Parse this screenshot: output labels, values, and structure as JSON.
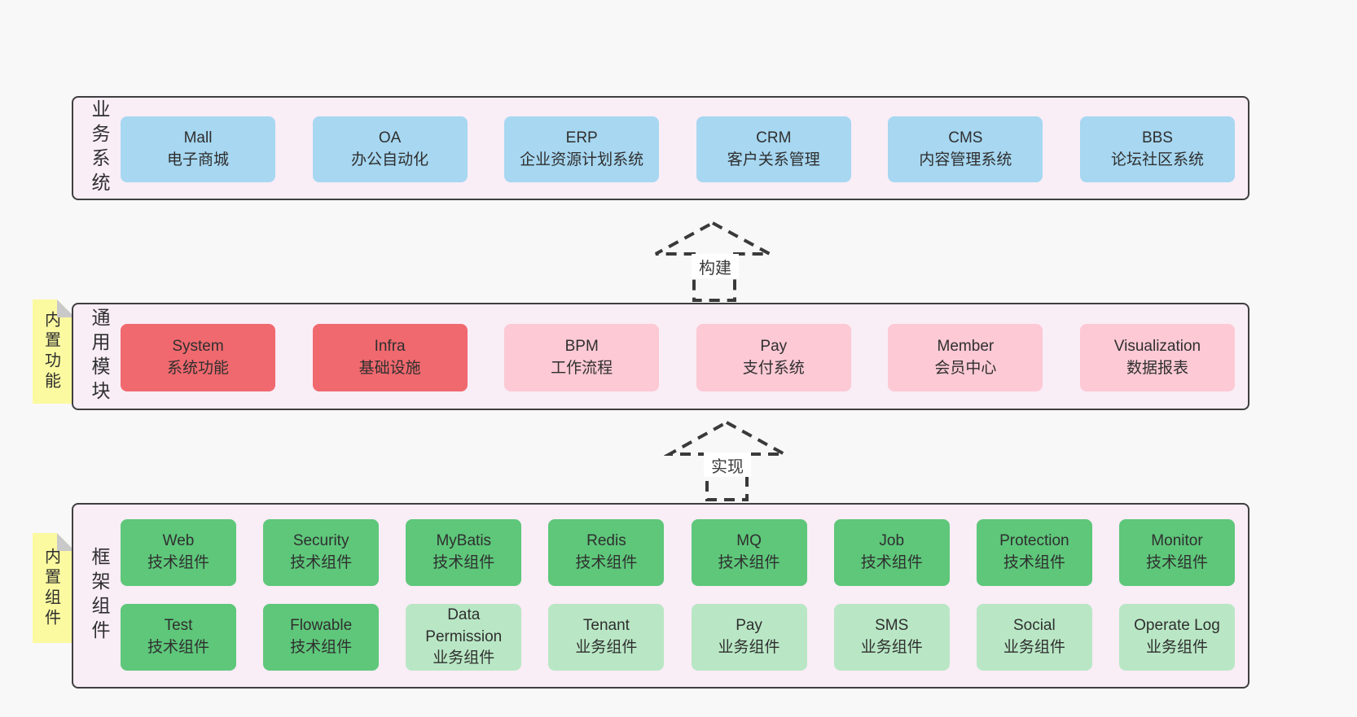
{
  "colors": {
    "page_background": "#f8f8f8",
    "container_fill": "#f9edf6",
    "container_border": "#3f3f3f",
    "box_blue": "#a7d7f1",
    "box_red": "#f0696e",
    "box_pink": "#fcc9d4",
    "box_green": "#5ec77a",
    "box_light_green": "#b9e7c5",
    "note_yellow": "#fbfaa0",
    "note_fold_gray": "#c9c9c9",
    "arrow_dash": "#3a3a3a",
    "text": "#2f2f2f"
  },
  "layers": {
    "business": {
      "label": "业务系统",
      "boxes": [
        {
          "title": "Mall",
          "subtitle": "电子商城",
          "variant": "blue"
        },
        {
          "title": "OA",
          "subtitle": "办公自动化",
          "variant": "blue"
        },
        {
          "title": "ERP",
          "subtitle": "企业资源计划系统",
          "variant": "blue"
        },
        {
          "title": "CRM",
          "subtitle": "客户关系管理",
          "variant": "blue"
        },
        {
          "title": "CMS",
          "subtitle": "内容管理系统",
          "variant": "blue"
        },
        {
          "title": "BBS",
          "subtitle": "论坛社区系统",
          "variant": "blue"
        }
      ]
    },
    "modules": {
      "label": "通用模块",
      "note": "内置功能",
      "boxes": [
        {
          "title": "System",
          "subtitle": "系统功能",
          "variant": "red"
        },
        {
          "title": "Infra",
          "subtitle": "基础设施",
          "variant": "red"
        },
        {
          "title": "BPM",
          "subtitle": "工作流程",
          "variant": "pink"
        },
        {
          "title": "Pay",
          "subtitle": "支付系统",
          "variant": "pink"
        },
        {
          "title": "Member",
          "subtitle": "会员中心",
          "variant": "pink"
        },
        {
          "title": "Visualization",
          "subtitle": "数据报表",
          "variant": "pink"
        }
      ]
    },
    "components": {
      "label": "框架组件",
      "note": "内置组件",
      "row1": [
        {
          "title": "Web",
          "subtitle": "技术组件",
          "variant": "green"
        },
        {
          "title": "Security",
          "subtitle": "技术组件",
          "variant": "green"
        },
        {
          "title": "MyBatis",
          "subtitle": "技术组件",
          "variant": "green"
        },
        {
          "title": "Redis",
          "subtitle": "技术组件",
          "variant": "green"
        },
        {
          "title": "MQ",
          "subtitle": "技术组件",
          "variant": "green"
        },
        {
          "title": "Job",
          "subtitle": "技术组件",
          "variant": "green"
        },
        {
          "title": "Protection",
          "subtitle": "技术组件",
          "variant": "green"
        },
        {
          "title": "Monitor",
          "subtitle": "技术组件",
          "variant": "green"
        }
      ],
      "row2": [
        {
          "title": "Test",
          "subtitle": "技术组件",
          "variant": "green"
        },
        {
          "title": "Flowable",
          "subtitle": "技术组件",
          "variant": "green"
        },
        {
          "title": "Data Permission",
          "subtitle": "业务组件",
          "variant": "lightgreen"
        },
        {
          "title": "Tenant",
          "subtitle": "业务组件",
          "variant": "lightgreen"
        },
        {
          "title": "Pay",
          "subtitle": "业务组件",
          "variant": "lightgreen"
        },
        {
          "title": "SMS",
          "subtitle": "业务组件",
          "variant": "lightgreen"
        },
        {
          "title": "Social",
          "subtitle": "业务组件",
          "variant": "lightgreen"
        },
        {
          "title": "Operate Log",
          "subtitle": "业务组件",
          "variant": "lightgreen"
        }
      ]
    }
  },
  "arrows": [
    {
      "label": "构建"
    },
    {
      "label": "实现"
    }
  ]
}
